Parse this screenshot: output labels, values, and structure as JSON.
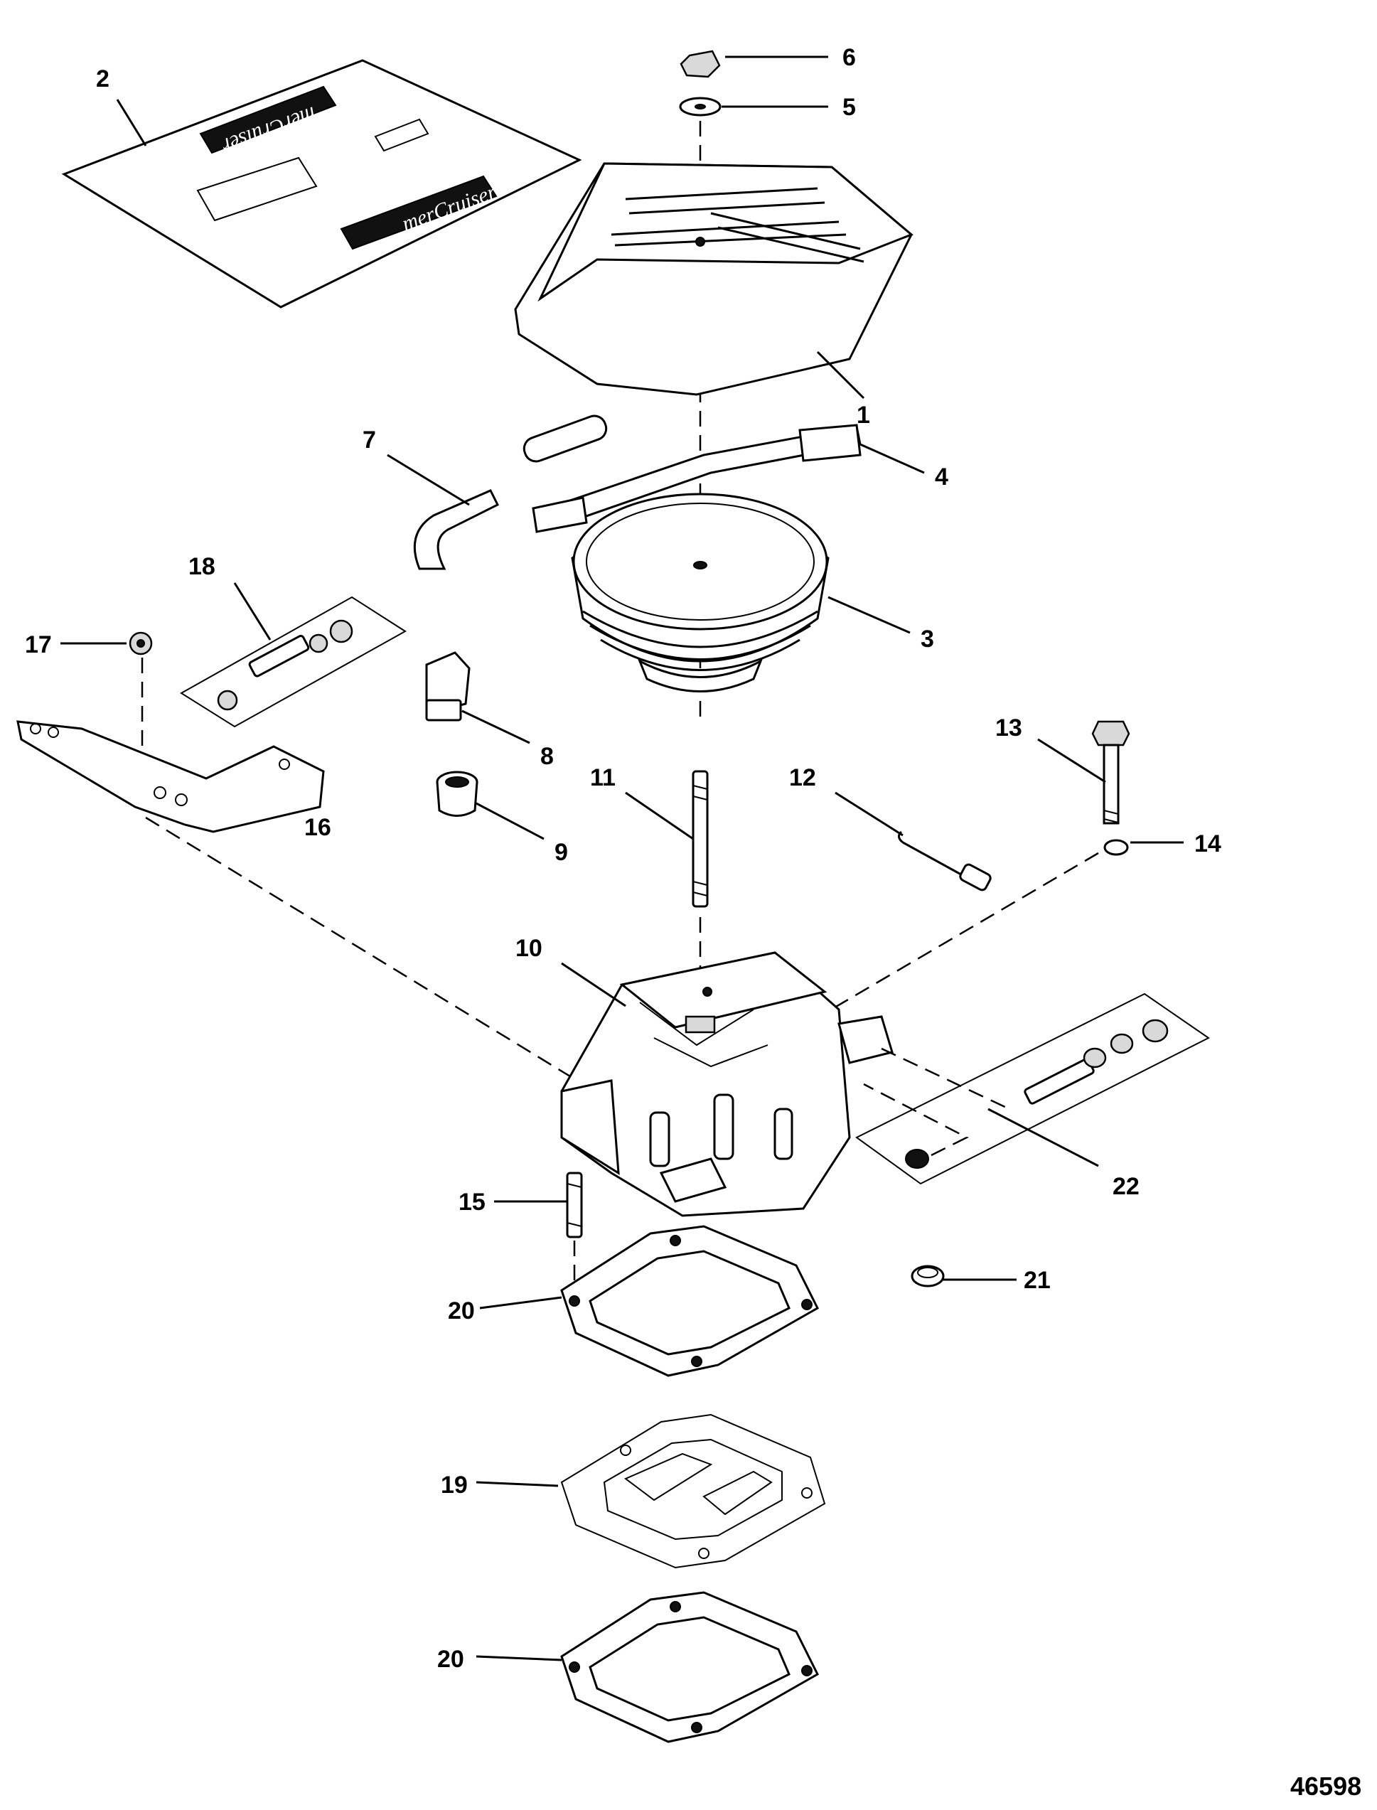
{
  "figure_id": "46598",
  "decal_brand": "merCruiser",
  "callouts": [
    "1",
    "2",
    "3",
    "4",
    "5",
    "6",
    "7",
    "8",
    "9",
    "10",
    "11",
    "12",
    "13",
    "14",
    "15",
    "16",
    "17",
    "18",
    "19",
    "20",
    "20",
    "21",
    "22"
  ]
}
